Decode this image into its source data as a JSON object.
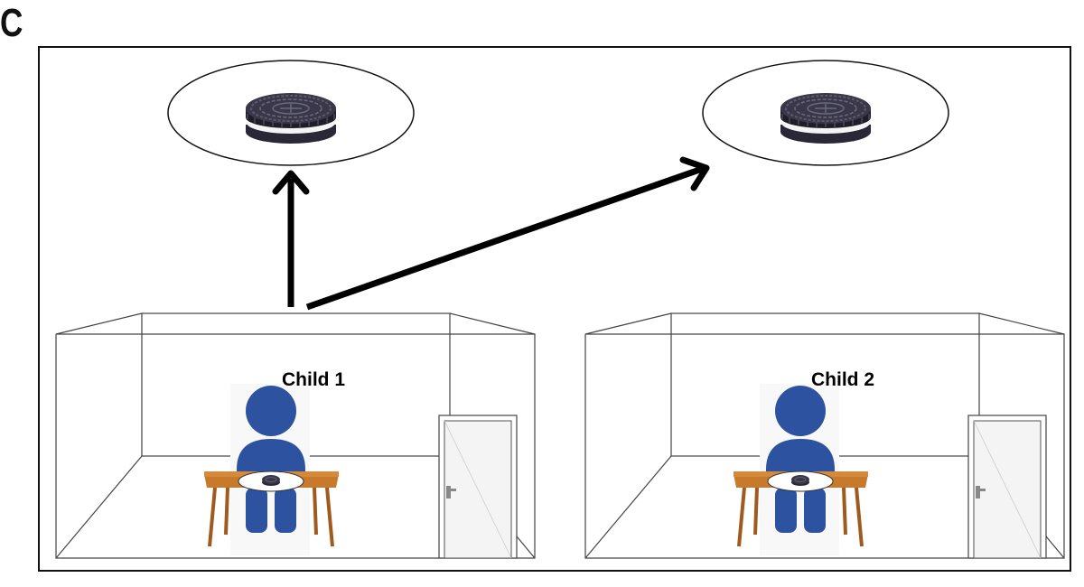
{
  "panel_label": "C",
  "rooms": [
    {
      "label": "Child 1"
    },
    {
      "label": "Child 2"
    }
  ],
  "colors": {
    "person": "#2d52a0",
    "table_top": "#c77a2c",
    "table_legs": "#a05a1e",
    "frame": "#111111",
    "room_lines": "#444444",
    "arrow": "#000000",
    "cookie": "#2a2836",
    "cookie_cream": "#f2f2f2"
  },
  "icons": {
    "cookie": "oreo-cookie-icon",
    "person": "seated-person-icon",
    "door": "door-icon"
  }
}
